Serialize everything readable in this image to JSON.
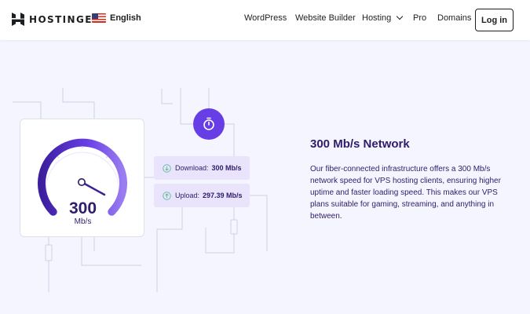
{
  "nav": {
    "brand": "HOSTINGER",
    "language": "English",
    "menu": [
      "WordPress",
      "Website Builder",
      "Hosting",
      "Pro",
      "Domains"
    ],
    "login_label": "Log in"
  },
  "speedometer": {
    "value": "300",
    "unit": "Mb/s"
  },
  "download": {
    "label": "Download:",
    "value": "300 Mb/s"
  },
  "upload": {
    "label": "Upload:",
    "value": "297.39 Mb/s"
  },
  "feature": {
    "title": "300 Mb/s Network",
    "description": "Our fiber-connected infrastructure offers a 300 Mb/s network speed for VPS hosting clients, ensuring higher uptime and faster loading speed. This makes our VPS plans suitable for gaming, streaming, and anything in between."
  },
  "colors": {
    "accent": "#673de6",
    "text": "#2f1c6a",
    "background": "#f4f5ff",
    "stat_background": "#e9e3fc"
  },
  "icons": {
    "brand": "hostinger-logo-icon",
    "flag": "us-flag-icon",
    "dropdown": "chevron-down-icon",
    "timer": "stopwatch-icon",
    "download": "arrow-down-circle-icon",
    "upload": "arrow-up-circle-icon"
  }
}
